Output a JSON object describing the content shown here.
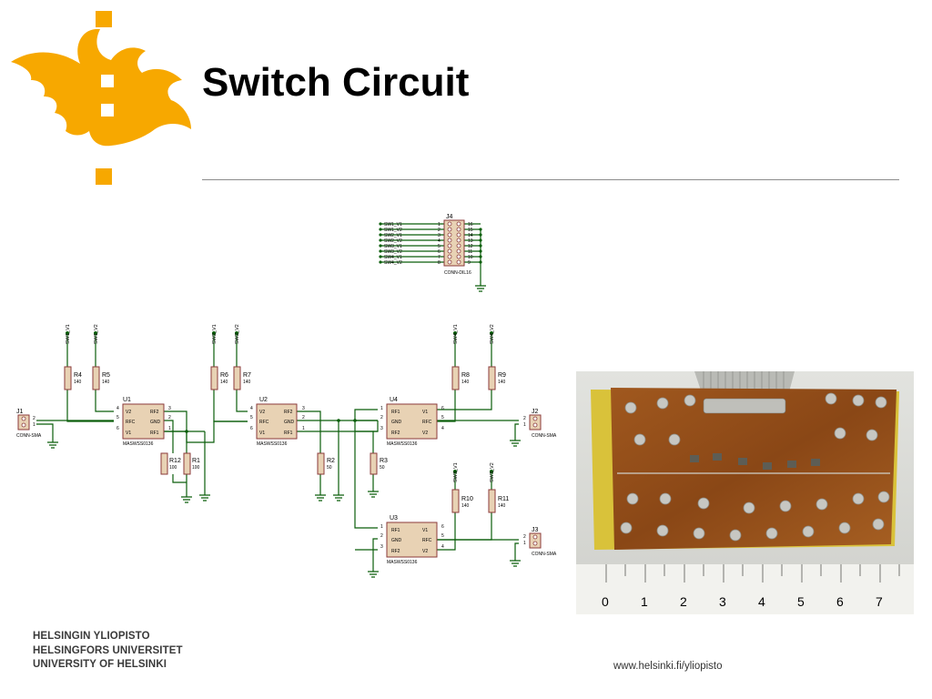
{
  "slide": {
    "title": "Switch Circuit",
    "university_lines": [
      "HELSINGIN YLIOPISTO",
      "HELSINGFORS UNIVERSITET",
      "UNIVERSITY OF HELSINKI"
    ],
    "url": "www.helsinki.fi/yliopisto"
  },
  "colors": {
    "logo_orange": "#f7a800",
    "wire_green": "#0b5e0b",
    "component_fill": "#e8d2b4",
    "component_stroke": "#8b3a3a"
  },
  "schematic": {
    "header": {
      "ref": "J4",
      "part": "CONN-DIL16",
      "nets": [
        "SW1_V1",
        "SW1_V2",
        "SW2_V1",
        "SW2_V2",
        "SW3_V1",
        "SW3_V2",
        "SW4_V1",
        "SW4_V2"
      ],
      "left_pins": [
        "1",
        "2",
        "3",
        "4",
        "5",
        "6",
        "7",
        "8"
      ],
      "right_pins": [
        "16",
        "15",
        "14",
        "13",
        "12",
        "11",
        "10",
        "9"
      ]
    },
    "connectors": [
      {
        "ref": "J1",
        "part": "CONN-SMA"
      },
      {
        "ref": "J2",
        "part": "CONN-SMA"
      },
      {
        "ref": "J3",
        "part": "CONN-SMA"
      }
    ],
    "switches": [
      {
        "ref": "U1",
        "part": "MASWSS0136"
      },
      {
        "ref": "U2",
        "part": "MASWSS0136"
      },
      {
        "ref": "U4",
        "part": "MASWSS0136"
      },
      {
        "ref": "U3",
        "part": "MASWSS0136"
      }
    ],
    "resistors": [
      {
        "ref": "R4",
        "value": "140"
      },
      {
        "ref": "R5",
        "value": "140"
      },
      {
        "ref": "R6",
        "value": "140"
      },
      {
        "ref": "R7",
        "value": "140"
      },
      {
        "ref": "R8",
        "value": "140"
      },
      {
        "ref": "R9",
        "value": "140"
      },
      {
        "ref": "R12",
        "value": "100"
      },
      {
        "ref": "R1",
        "value": "100"
      },
      {
        "ref": "R2",
        "value": "50"
      },
      {
        "ref": "R3",
        "value": "50"
      },
      {
        "ref": "R10",
        "value": "140"
      },
      {
        "ref": "R11",
        "value": "140"
      }
    ],
    "net_labels": [
      "SW1_V1",
      "SW1_V2",
      "SW2_V1",
      "SW2_V2",
      "SW4_V1",
      "SW4_V2",
      "SW3_V1",
      "SW3_V2"
    ],
    "pin_labels": {
      "u1_left": [
        "V2",
        "RFC",
        "V1"
      ],
      "u1_right": [
        "RF2",
        "GND",
        "RF1"
      ],
      "u2_left": [
        "V2",
        "RFC",
        "V1"
      ],
      "u2_right": [
        "RF2",
        "GND",
        "RF1"
      ],
      "u4_left": [
        "RF1",
        "GND",
        "RF2"
      ],
      "u4_right": [
        "V1",
        "RFC",
        "V2"
      ],
      "u3_left": [
        "RF1",
        "GND",
        "RF2"
      ],
      "u3_right": [
        "V1",
        "RFC",
        "V2"
      ]
    },
    "pin_numbers": {
      "u1_left": [
        "4",
        "5",
        "6"
      ],
      "u1_right": [
        "3",
        "2",
        "1"
      ],
      "u2_left": [
        "4",
        "5",
        "6"
      ],
      "u2_right": [
        "3",
        "2",
        "1"
      ],
      "u4_left": [
        "1",
        "2",
        "3"
      ],
      "u4_right": [
        "6",
        "5",
        "4"
      ],
      "u3_left": [
        "1",
        "2",
        "3"
      ],
      "u3_right": [
        "6",
        "5",
        "4"
      ],
      "sma_j1": [
        "2",
        "1"
      ],
      "sma_j2": [
        "2",
        "1"
      ],
      "sma_j3": [
        "2",
        "1"
      ]
    }
  },
  "photo": {
    "ruler_numbers": [
      "0",
      "1",
      "2",
      "3",
      "4",
      "5",
      "6",
      "7"
    ]
  }
}
